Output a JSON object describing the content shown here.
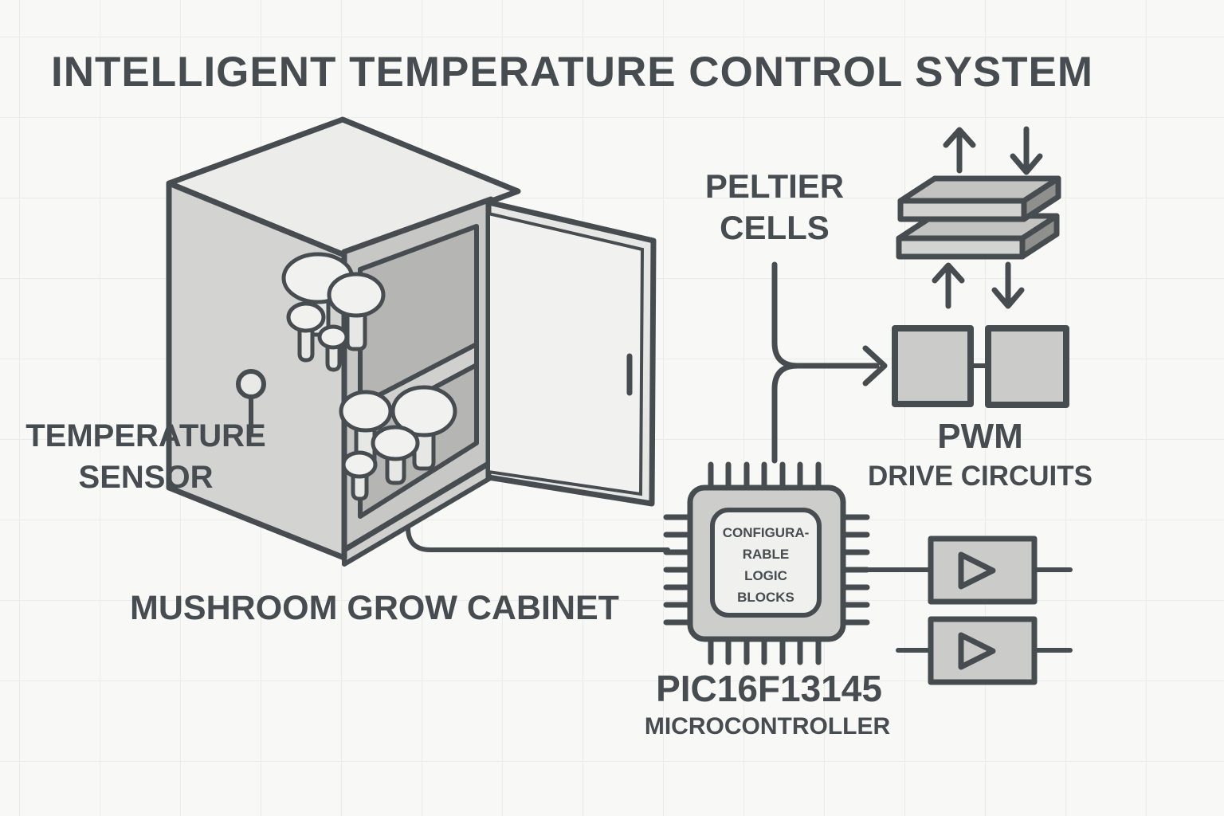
{
  "title": "INTELLIGENT TEMPERATURE CONTROL SYSTEM",
  "sensor": {
    "label_line1": "TEMPERATURE",
    "label_line2": "SENSOR"
  },
  "cabinet": {
    "label": "MUSHROOM GROW CABINET"
  },
  "peltier": {
    "label_line1": "PELTIER",
    "label_line2": "CELLS"
  },
  "pwm": {
    "label_line1": "PWM",
    "label_line2": "DRIVE CIRCUITS"
  },
  "mcu": {
    "part_number": "PIC16F13145",
    "type_label": "MICROCONTROLLER",
    "clb_line1": "CONFIGURA-",
    "clb_line2": "RABLE",
    "clb_line3": "LOGIC",
    "clb_line4": "BLOCKS"
  },
  "icons": {
    "temperature_sensor": "pin-probe-icon",
    "peltier_stack": "stacked-plates-icon",
    "heat_arrows": "up-down-arrow-icons",
    "driver_blocks": "right-triangle-amplifier-icon",
    "mushrooms": "mushroom-icons",
    "chip": "microcontroller-chip-icon"
  },
  "colors": {
    "background": "#f8f8f6",
    "grid_line": "#ebebe9",
    "outline_stroke": "#474c51",
    "text": "#474c51",
    "cabinet_top": "#ececea",
    "cabinet_left_face": "#d3d3d1",
    "cabinet_interior_frame": "#c7c7c5",
    "cabinet_interior_recess": "#b5b5b3",
    "door_face": "#f1f1ef",
    "block_fill": "#cbcbc9",
    "chip_inner_fill": "#f0f0ee",
    "mushroom_cap": "#f1f1ef",
    "peltier_side": "#8f8f8d"
  }
}
